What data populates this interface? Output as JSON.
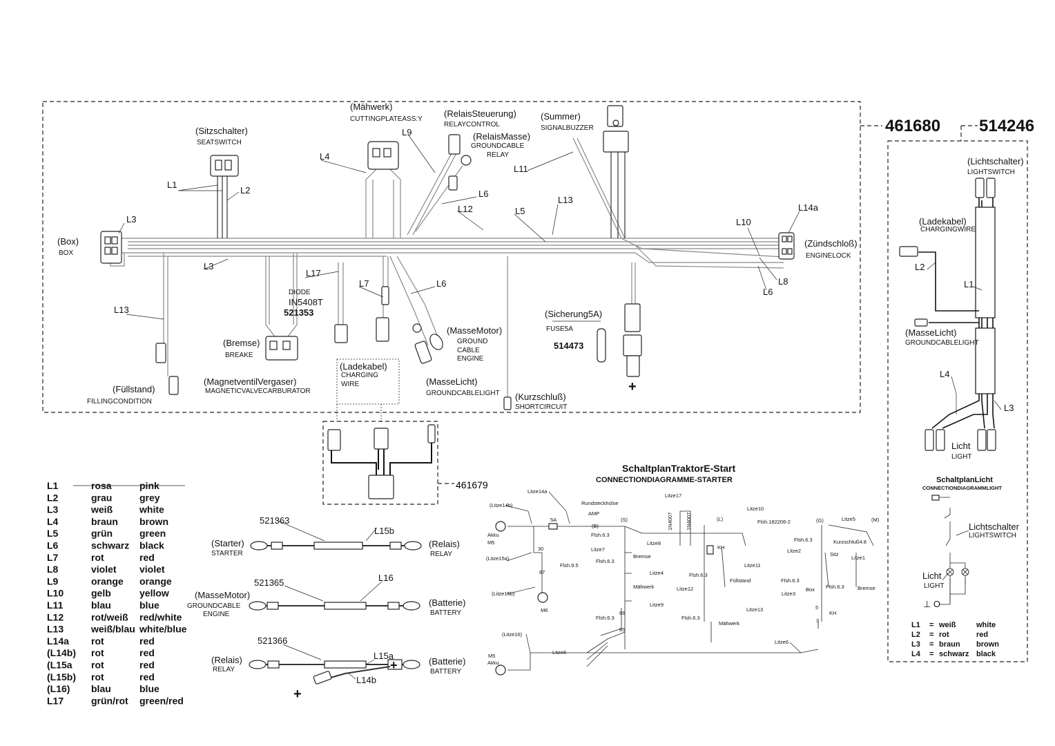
{
  "part_numbers": {
    "main": "461680",
    "light": "514246",
    "starter_harness": "461679"
  },
  "main_harness": {
    "components": [
      {
        "de": "(Box)",
        "en": "BOX"
      },
      {
        "de": "(Sitzschalter)",
        "en": "SEATSWITCH"
      },
      {
        "de": "(Mähwerk)",
        "en": "CUTTINGPLATEASS:Y"
      },
      {
        "de": "(RelaisSteuerung)",
        "en": "RELAYCONTROL"
      },
      {
        "de": "(RelaisMasse)",
        "en": "GROUNDCABLE",
        "en2": "RELAY"
      },
      {
        "de": "(Summer)",
        "en": "SIGNALBUZZER"
      },
      {
        "de": "(Zündschloß)",
        "en": "ENGINELOCK"
      },
      {
        "de": "(Bremse)",
        "en": "BREAKE"
      },
      {
        "de": "(Füllstand)",
        "en": "FILLINGCONDITION"
      },
      {
        "de": "(MagnetventilVergaser)",
        "en": "MAGNETICVALVECARBURATOR"
      },
      {
        "de": "(Ladekabel)",
        "en": "CHARGING",
        "en2": "WIRE"
      },
      {
        "de": "(MasseMotor)",
        "en": "GROUND",
        "en2": "CABLE",
        "en3": "ENGINE"
      },
      {
        "de": "(MasseLicht)",
        "en": "GROUNDCABLELIGHT"
      },
      {
        "de": "(Kurzschluß)",
        "en": "SHORTCIRCUIT"
      },
      {
        "de": "(Sicherung5A)",
        "en": "FUSE5A"
      }
    ],
    "diode": {
      "label": "DIODE",
      "type": "IN5408T",
      "part": "521353"
    },
    "fuse_part": "514473",
    "plus": "+",
    "wire_labels": [
      "L1",
      "L2",
      "L3",
      "L4",
      "L9",
      "L11",
      "L6",
      "L12",
      "L5",
      "L13",
      "L10",
      "L14a",
      "L3",
      "L13",
      "L17",
      "L7",
      "L6",
      "L8",
      "L6"
    ]
  },
  "light_harness": {
    "components": [
      {
        "de": "(Lichtschalter)",
        "en": "LIGHTSWITCH"
      },
      {
        "de": "(Ladekabel)",
        "en": "CHARGINGWIRE"
      },
      {
        "de": "(MasseLicht)",
        "en": "GROUNDCABLELIGHT"
      },
      {
        "de": "Licht",
        "en": "LIGHT"
      }
    ],
    "wire_labels": [
      "L2",
      "L1",
      "L4",
      "L3"
    ]
  },
  "legend": [
    [
      "L1",
      "rosa",
      "pink"
    ],
    [
      "L2",
      "grau",
      "grey"
    ],
    [
      "L3",
      "weiß",
      "white"
    ],
    [
      "L4",
      "braun",
      "brown"
    ],
    [
      "L5",
      "grün",
      "green"
    ],
    [
      "L6",
      "schwarz",
      "black"
    ],
    [
      "L7",
      "rot",
      "red"
    ],
    [
      "L8",
      "violet",
      "violet"
    ],
    [
      "L9",
      "orange",
      "orange"
    ],
    [
      "L10",
      "gelb",
      "yellow"
    ],
    [
      "L11",
      "blau",
      "blue"
    ],
    [
      "L12",
      "rot/weiß",
      "red/white"
    ],
    [
      "L13",
      "weiß/blau",
      "white/blue"
    ],
    [
      "L14a",
      "rot",
      "red"
    ],
    [
      "(L14b)",
      "rot",
      "red"
    ],
    [
      "(L15a",
      "rot",
      "red"
    ],
    [
      "(L15b)",
      "rot",
      "red"
    ],
    [
      "(L16)",
      "blau",
      "blue"
    ],
    [
      "L17",
      "grün/rot",
      "green/red"
    ]
  ],
  "cables": [
    {
      "part": "521363",
      "wire": "L15b",
      "left_de": "(Starter)",
      "left_en": "STARTER",
      "right_de": "(Relais)",
      "right_en": "RELAY"
    },
    {
      "part": "521365",
      "wire": "L16",
      "left_de": "(MasseMotor)",
      "left_en": "GROUNDCABLE",
      "left_en2": "ENGINE",
      "right_de": "(Batterie)",
      "right_en": "BATTERY"
    },
    {
      "part": "521366",
      "wire": "L15a",
      "wire2": "L14b",
      "left_de": "(Relais)",
      "left_en": "RELAY",
      "right_de": "(Batterie)",
      "right_en": "BATTERY",
      "plus": "+"
    }
  ],
  "schematic": {
    "title": "SchaltplanTraktorE-Start",
    "subtitle": "CONNECTIONDIAGRAMME-STARTER",
    "labels": [
      "(Litze14b)",
      "Litze14a",
      "Rundsteckhülse",
      "AMP",
      "(B)",
      "Flsh.6.3",
      "5A",
      "Akku",
      "M5",
      "(Litze15a)",
      "30",
      "87",
      "Flsh.9.5",
      "(Litze15b)",
      "M6",
      "(Litze16)",
      "M5",
      "Akku",
      "Litze6",
      "Litze7",
      "(S)",
      "Bremse",
      "Flsh.6.3",
      "Litze4",
      "Mähwerk",
      "Litze9",
      "Flsh.6.3",
      "86",
      "85",
      "Litze8",
      "Litze17",
      "1N4007",
      "1N4007",
      "Litze12",
      "Flsh.6.3",
      "Mähwerk",
      "(L)",
      "Litze10",
      "Flsh.182206-2",
      "KH",
      "Flsh.6.3",
      "Litze11",
      "Füllstand",
      "Litze13",
      "Litze6",
      "(G)",
      "Litze5",
      "(M)",
      "Flsh.6.3",
      "Kurzschluß4.8",
      "Litze2",
      "Sitz",
      "Litze1",
      "Flsh.6.3",
      "Box",
      "Flsh.6.3",
      "Bremse",
      "Litze3",
      "5",
      "KH",
      "3"
    ]
  },
  "light_schematic": {
    "title": "SchaltplanLicht",
    "subtitle": "CONNECTIONDIAGRAMMLIGHT",
    "switch_de": "Lichtschalter",
    "switch_en": "LIGHTSWITCH",
    "light_de": "Licht",
    "light_en": "LIGHT",
    "ground": "⊥ O",
    "legend": [
      [
        "L1",
        "=",
        "weiß",
        "white"
      ],
      [
        "L2",
        "=",
        "rot",
        "red"
      ],
      [
        "L3",
        "=",
        "braun",
        "brown"
      ],
      [
        "L4",
        "=",
        "schwarz",
        "black"
      ]
    ]
  }
}
